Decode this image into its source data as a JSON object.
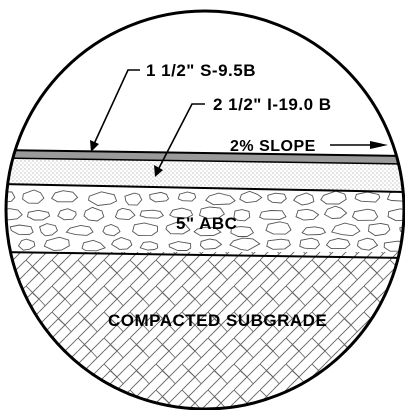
{
  "labels": {
    "surface_course": "1 1/2\" S-9.5B",
    "intermediate_course": "2 1/2\" I-19.0 B",
    "slope": "2% SLOPE",
    "base_course": "5\" ABC",
    "subgrade": "COMPACTED SUBGRADE"
  },
  "colors": {
    "line": "#000000",
    "background": "#ffffff",
    "surface_fill": "#9a9a9a",
    "intermediate_fill": "#e6e6e6",
    "aggregate_stroke": "#555555",
    "hatch_stroke": "#555555"
  }
}
